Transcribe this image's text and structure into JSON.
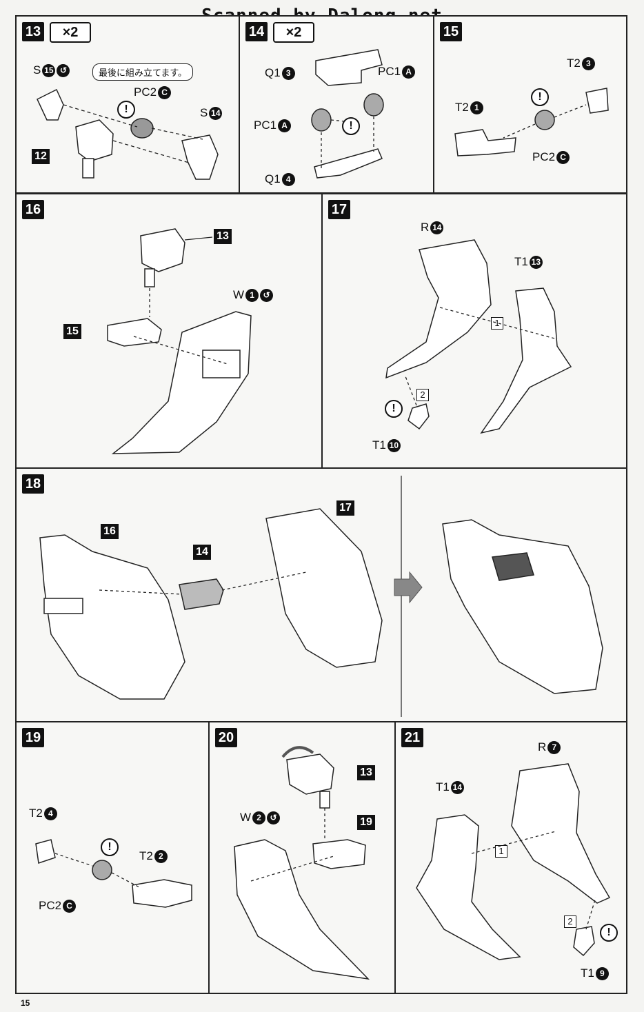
{
  "header": {
    "scan_credit": "Scanned by Dalong.net"
  },
  "page_number": "15",
  "steps": {
    "s13": {
      "num": "13",
      "times": "×2",
      "note": "最後に組み立てます。",
      "labels": {
        "s15": "S",
        "s15n": "15",
        "pc2": "PC2",
        "pc2n": "C",
        "s14": "S",
        "s14n": "14"
      },
      "box": "12"
    },
    "s14": {
      "num": "14",
      "times": "×2",
      "labels": {
        "q1a": "Q1",
        "q1an": "3",
        "pc1a": "PC1",
        "pc1an": "A",
        "pc1b": "PC1",
        "pc1bn": "A",
        "q1b": "Q1",
        "q1bn": "4"
      }
    },
    "s15": {
      "num": "15",
      "labels": {
        "t2a": "T2",
        "t2an": "3",
        "t2b": "T2",
        "t2bn": "1",
        "pc2": "PC2",
        "pc2n": "C"
      }
    },
    "s16": {
      "num": "16",
      "labels": {
        "w": "W",
        "wn": "1"
      },
      "box13": "13",
      "box15": "15"
    },
    "s17": {
      "num": "17",
      "labels": {
        "r": "R",
        "rn": "14",
        "t1a": "T1",
        "t1an": "13",
        "t1b": "T1",
        "t1bn": "10"
      },
      "sq1": "1",
      "sq2": "2"
    },
    "s18": {
      "num": "18",
      "box16": "16",
      "box14": "14",
      "box17": "17"
    },
    "s19": {
      "num": "19",
      "labels": {
        "t2a": "T2",
        "t2an": "4",
        "t2b": "T2",
        "t2bn": "2",
        "pc2": "PC2",
        "pc2n": "C"
      }
    },
    "s20": {
      "num": "20",
      "labels": {
        "w": "W",
        "wn": "2"
      },
      "box13": "13",
      "box19": "19"
    },
    "s21": {
      "num": "21",
      "labels": {
        "r": "R",
        "rn": "7",
        "t1a": "T1",
        "t1an": "14",
        "t1b": "T1",
        "t1bn": "9"
      },
      "sq1": "1",
      "sq2": "2"
    }
  },
  "caution_mark": "!"
}
